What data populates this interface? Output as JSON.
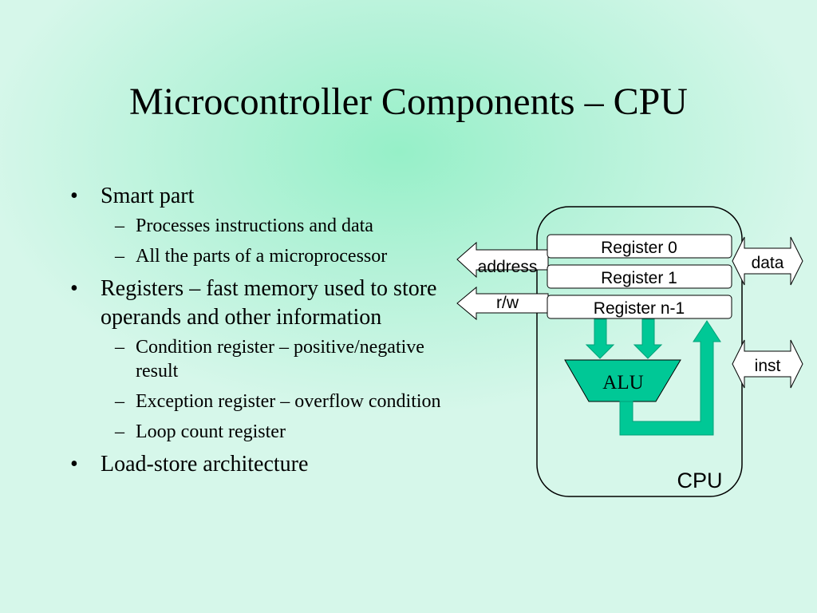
{
  "slide": {
    "title": "Microcontroller Components – CPU",
    "bullets": [
      {
        "text": "Smart part",
        "marker": "•",
        "children": [
          {
            "text": "Processes instructions and data",
            "marker": "–"
          },
          {
            "text": "All the parts of a microprocessor",
            "marker": "–"
          }
        ]
      },
      {
        "text": "Registers – fast memory used to store operands and other information",
        "marker": "•",
        "children": [
          {
            "text": "Condition register – positive/negative result",
            "marker": "–"
          },
          {
            "text": "Exception register – overflow condition",
            "marker": "–"
          },
          {
            "text": "Loop count register",
            "marker": "–"
          }
        ]
      },
      {
        "text": "Load-store architecture",
        "marker": "•",
        "children": []
      }
    ]
  },
  "diagram": {
    "cpu_label": "CPU",
    "registers": [
      "Register 0",
      "Register 1",
      "Register n-1"
    ],
    "alu_label": "ALU",
    "left_arrows": [
      "address",
      "r/w"
    ],
    "right_arrows": [
      "data",
      "inst"
    ],
    "colors": {
      "alu_fill": "#00c896",
      "arrow_fill": "#00c896",
      "box_stroke": "#000000",
      "register_fill": "#ffffff"
    }
  }
}
